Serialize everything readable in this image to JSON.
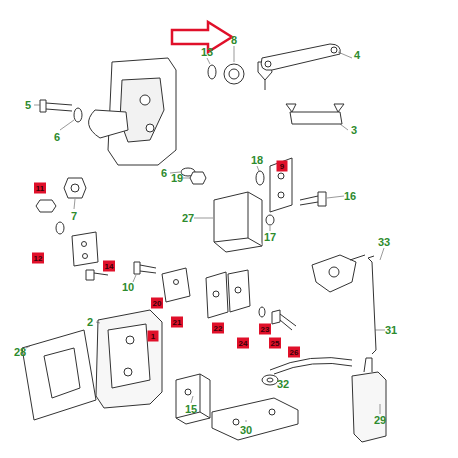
{
  "diagram": {
    "nodes": [
      {
        "text": [
          "9"
        ]
      },
      {
        "text": [
          "11"
        ]
      },
      {
        "text": [
          "12"
        ]
      },
      {
        "text": [
          "14"
        ]
      },
      {
        "text": [
          "20"
        ]
      },
      {
        "text": [
          "21"
        ]
      },
      {
        "text": [
          "22"
        ]
      },
      {
        "text": [
          "23"
        ]
      },
      {
        "text": [
          "24"
        ]
      },
      {
        "text": [
          "25"
        ]
      },
      {
        "text": [
          "26"
        ]
      },
      {
        "text": [
          "1"
        ]
      }
    ],
    "labels": [
      "8",
      "4",
      "13",
      "5",
      "6",
      "3",
      "6",
      "18",
      "19",
      "7",
      "16",
      "17",
      "27",
      "33",
      "10",
      "2",
      "31",
      "28",
      "32",
      "15",
      "29",
      "30"
    ]
  }
}
